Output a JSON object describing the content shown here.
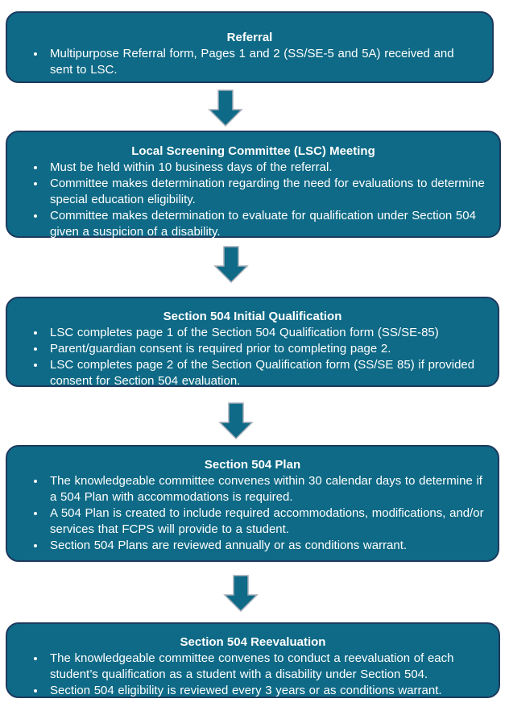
{
  "flowchart": {
    "colors": {
      "page_background": "#ffffff",
      "box_fill": "#0e6a86",
      "box_border": "#1d3a5f",
      "arrow_fill": "#0e6a86",
      "arrow_outline": "#a3adb8",
      "text": "#ffffff"
    },
    "steps": [
      {
        "title": "Referral",
        "bullets": [
          "Multipurpose Referral form, Pages 1 and 2 (SS/SE-5 and 5A) received and sent to LSC."
        ]
      },
      {
        "title": "Local Screening Committee (LSC) Meeting",
        "bullets": [
          "Must be held within 10 business days of the referral.",
          "Committee makes determination regarding the need for evaluations to determine special education eligibility.",
          "Committee makes determination to evaluate for qualification under Section 504 given a suspicion of a disability."
        ]
      },
      {
        "title": "Section 504 Initial Qualification",
        "bullets": [
          "LSC completes page 1 of the Section 504 Qualification form (SS/SE-85)",
          "Parent/guardian consent is required prior to completing page 2.",
          "LSC completes page 2 of the Section Qualification form (SS/SE 85) if provided consent for Section 504 evaluation."
        ]
      },
      {
        "title": "Section 504 Plan",
        "bullets": [
          "The knowledgeable committee convenes within 30 calendar days to determine if a 504 Plan with accommodations is required.",
          "A 504 Plan is created to include required accommodations, modifications, and/or services that FCPS will provide to a student.",
          "Section 504 Plans are reviewed annually or as conditions warrant."
        ]
      },
      {
        "title": "Section 504 Reevaluation",
        "bullets": [
          "The knowledgeable committee convenes to conduct a reevaluation of each student’s qualification as a student with a disability under Section 504.",
          "Section 504 eligibility is reviewed every 3 years or as conditions warrant."
        ]
      }
    ]
  }
}
